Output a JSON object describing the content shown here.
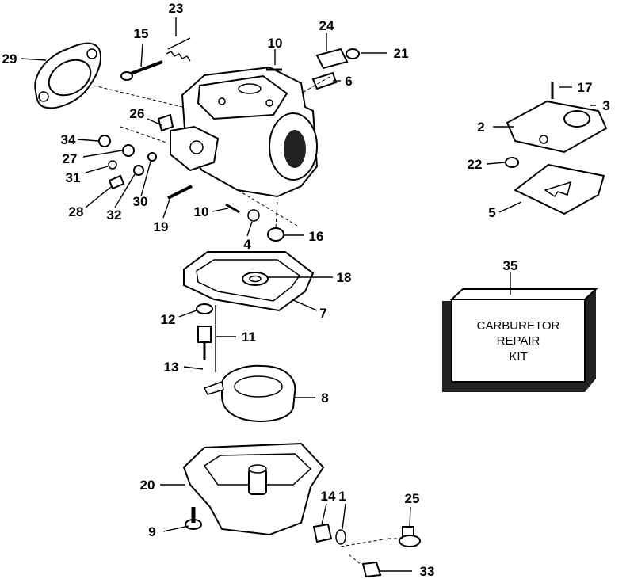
{
  "callouts": {
    "c1": "1",
    "c2": "2",
    "c3": "3",
    "c4": "4",
    "c5": "5",
    "c6": "6",
    "c7": "7",
    "c8": "8",
    "c9": "9",
    "c10a": "10",
    "c10b": "10",
    "c11": "11",
    "c12": "12",
    "c13": "13",
    "c14": "14",
    "c15": "15",
    "c16": "16",
    "c17": "17",
    "c18": "18",
    "c19": "19",
    "c20": "20",
    "c21": "21",
    "c22": "22",
    "c23": "23",
    "c24": "24",
    "c25": "25",
    "c26": "26",
    "c27": "27",
    "c28": "28",
    "c29": "29",
    "c30": "30",
    "c31": "31",
    "c32": "32",
    "c33": "33",
    "c34": "34",
    "c35": "35"
  },
  "kit": {
    "line1": "CARBURETOR",
    "line2": "REPAIR",
    "line3": "KIT"
  }
}
